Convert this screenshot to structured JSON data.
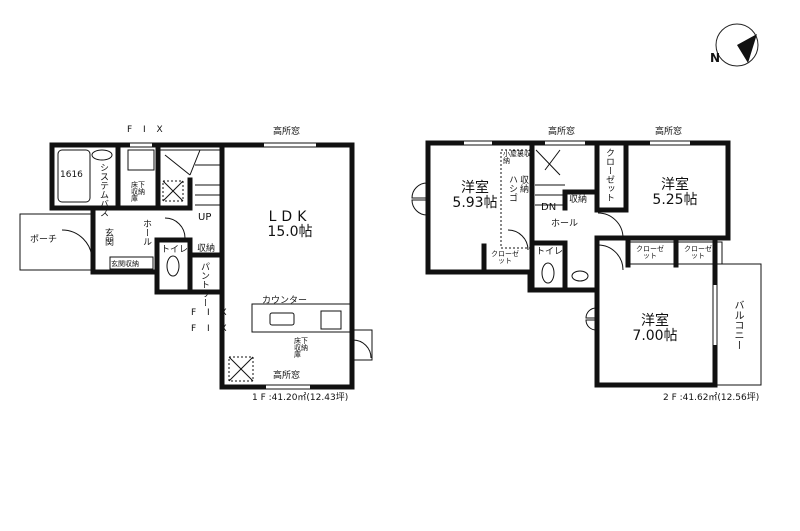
{
  "compass": {
    "label": "N"
  },
  "floor1": {
    "fix_top": "F I X",
    "high_window_top": "高所窓",
    "high_window_bottom": "高所窓",
    "bath_size": "1616",
    "system_bath": "システムバス",
    "underfloor_storage_1": "床下収納庫",
    "underfloor_storage_2": "床下収納庫",
    "up": "UP",
    "porch": "ポーチ",
    "entrance": "玄関",
    "hall": "ホール",
    "shoe_storage": "玄関収納",
    "toilet": "トイレ",
    "storage": "収納",
    "pantry": "パントリー",
    "ldk": "LDK",
    "ldk_size": "15.0帖",
    "counter": "カウンター",
    "fix_1": "F I X",
    "fix_2": "F I X",
    "area": "1 F :41.20㎡(12.43坪)"
  },
  "floor2": {
    "high_window_1": "高所窓",
    "high_window_2": "高所窓",
    "attic_storage": "小屋裏収納",
    "ladder": "ハシゴ",
    "ladder_storage": "収納",
    "room_west": "洋室",
    "room_west_size": "5.93帖",
    "room_east": "洋室",
    "room_east_size": "5.25帖",
    "closet_vertical": "クローゼット",
    "dn": "DN",
    "storage": "収納",
    "hall": "ホール",
    "closet_west": "クローゼット",
    "toilet": "トイレ",
    "closet_a": "クローゼット",
    "closet_b": "クローゼット",
    "room_south": "洋室",
    "room_south_size": "7.00帖",
    "balcony": "バルコニー",
    "area": "2 F :41.62㎡(12.56坪)"
  }
}
